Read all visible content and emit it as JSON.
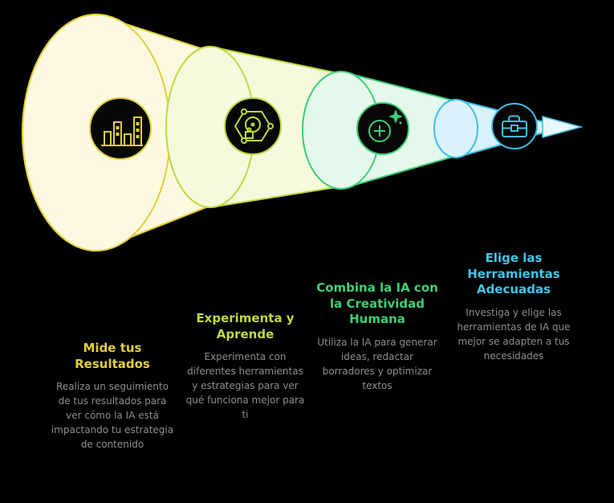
{
  "diagram": {
    "type": "funnel",
    "background": "#000000",
    "muted_text_color": "#8e8e8e",
    "arrow_color": "#41bfe8"
  },
  "stages": [
    {
      "title": "Mide tus Resultados",
      "description": "Realiza un seguimiento de tus resultados para ver cómo la IA está impactando tu estrategia de contenido",
      "color": "#e3cf3a",
      "fill": "#fcf9e0",
      "icon": "bar-chart-icon"
    },
    {
      "title": "Experimenta y Aprende",
      "description": "Experimenta con diferentes herramientas y estrategias para ver qué funciona mejor para ti",
      "color": "#c2d843",
      "fill": "#f6f9dc",
      "icon": "hexagon-network-icon"
    },
    {
      "title": "Combina la IA con la Creatividad Humana",
      "description": "Utiliza la IA para generar ideas, redactar borradores y optimizar textos",
      "color": "#3ecf77",
      "fill": "#e4f8ec",
      "icon": "plus-sparkle-icon"
    },
    {
      "title": "Elige las Herramientas Adecuadas",
      "description": "Investiga y elige las herramientas de IA que mejor se adapten a tus necesidades",
      "color": "#41c4ea",
      "fill": "#d9f2fb",
      "icon": "briefcase-icon"
    }
  ]
}
